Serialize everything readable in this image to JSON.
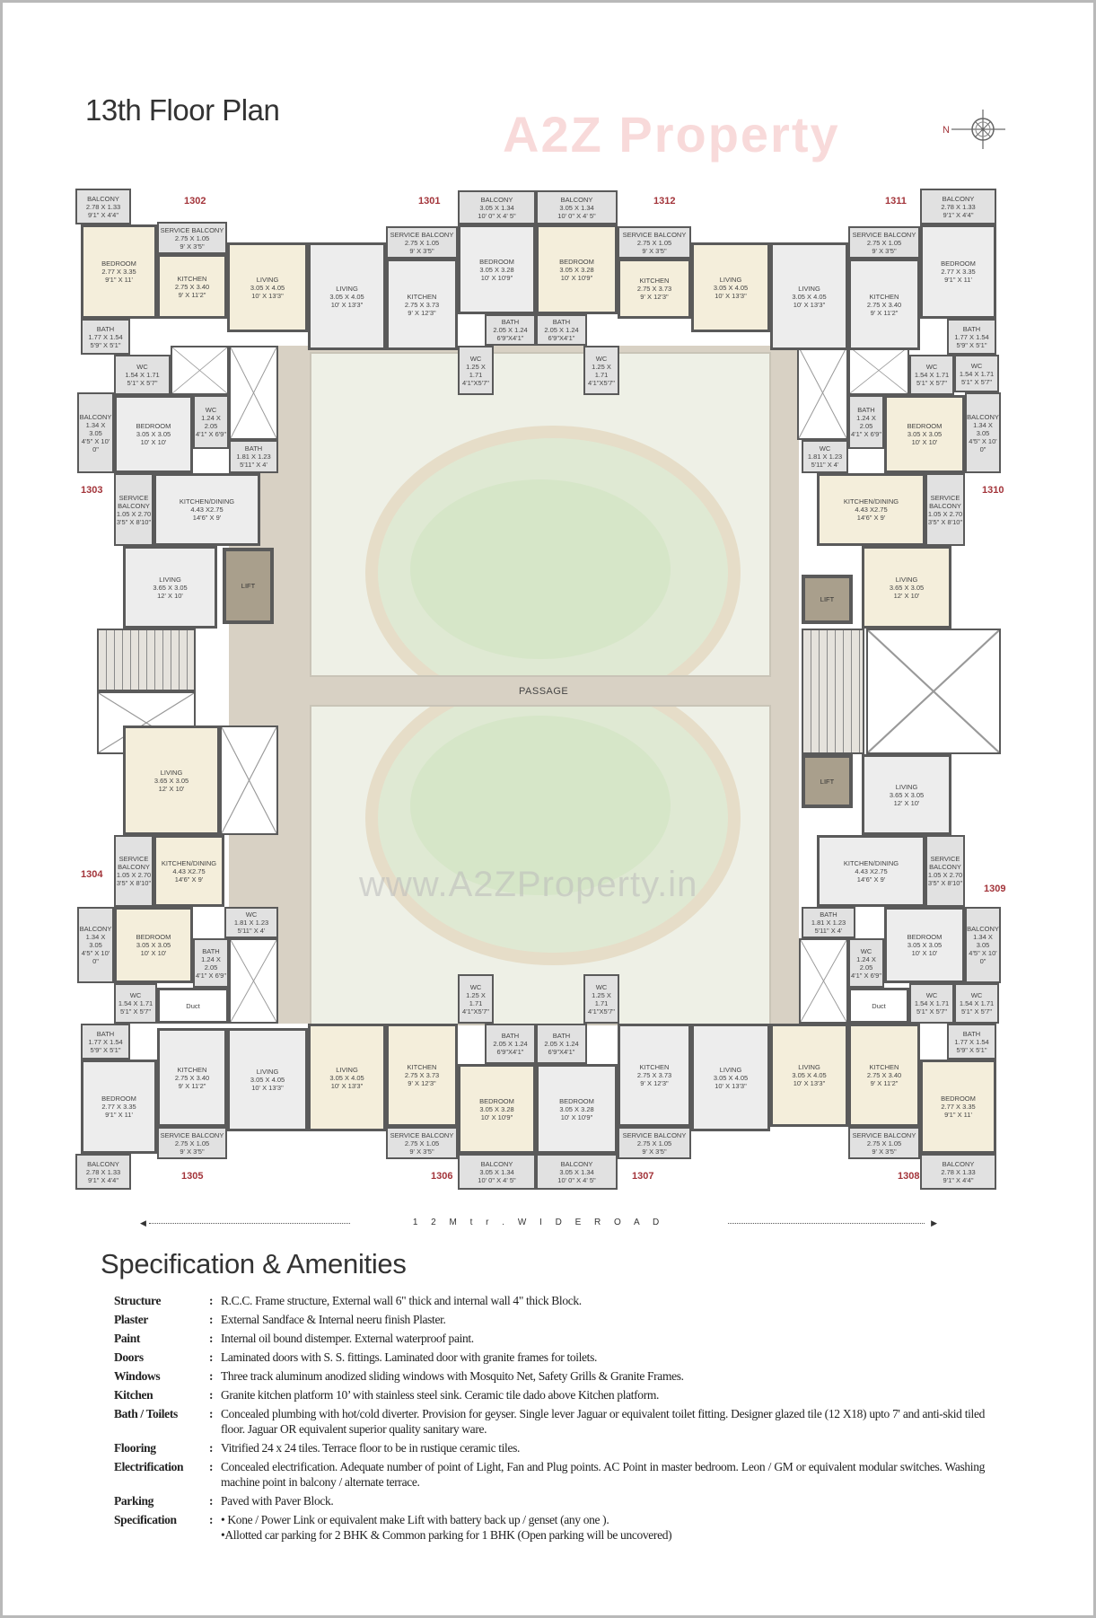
{
  "title": "13th Floor Plan",
  "compass": {
    "label": "N",
    "icon": "compass-rose-icon"
  },
  "watermark": {
    "logo_text": "A2Z Property",
    "url_text": "www.A2ZProperty.in"
  },
  "passage_label": "PASSAGE",
  "road_label": "1 2  M t r .  W I D E  R O A D",
  "units": [
    "1302",
    "1301",
    "1312",
    "1311",
    "1303",
    "1310",
    "1304",
    "1309",
    "1305",
    "1306",
    "1307",
    "1308"
  ],
  "rooms": [
    {
      "n": "BALCONY",
      "m": "2.78 X 1.33",
      "f": "9'1\" X 4'4\""
    },
    {
      "n": "BEDROOM",
      "m": "2.77 X 3.35",
      "f": "9'1\" X 11'"
    },
    {
      "n": "BATH",
      "m": "1.77 X 1.54",
      "f": "5'9\" X 5'1\""
    },
    {
      "n": "SERVICE BALCONY",
      "m": "2.75 X 1.05",
      "f": "9' X 3'5\""
    },
    {
      "n": "KITCHEN",
      "m": "2.75 X 3.40",
      "f": "9' X 11'2\""
    },
    {
      "n": "LIVING",
      "m": "3.05 X 4.05",
      "f": "10' X 13'3\""
    },
    {
      "n": "WC",
      "m": "1.54 X 1.71",
      "f": "5'1\" X 5'7\""
    },
    {
      "n": "LIVING",
      "m": "3.05 X 4.05",
      "f": "10' X 13'3\""
    },
    {
      "n": "SERVICE BALCONY",
      "m": "2.75 X 1.05",
      "f": "9' X 3'5\""
    },
    {
      "n": "KITCHEN",
      "m": "2.75 X 3.73",
      "f": "9' X 12'3\""
    },
    {
      "n": "BALCONY",
      "m": "3.05 X 1.34",
      "f": "10' 0\" X 4' 5\""
    },
    {
      "n": "BEDROOM",
      "m": "3.05 X 3.28",
      "f": "10' X 10'9\""
    },
    {
      "n": "BATH",
      "m": "2.05 X 1.24",
      "f": "6'9\"X4'1\""
    },
    {
      "n": "WC",
      "m": "1.25 X 1.71",
      "f": "4'1\"X5'7\""
    },
    {
      "n": "BALCONY",
      "m": "3.05 X 1.34",
      "f": "10' 0\" X 4' 5\""
    },
    {
      "n": "BEDROOM",
      "m": "3.05 X 3.28",
      "f": "10' X 10'9\""
    },
    {
      "n": "BATH",
      "m": "2.05 X 1.24",
      "f": "6'9\"X4'1\""
    },
    {
      "n": "WC",
      "m": "1.25 X 1.71",
      "f": "4'1\"X5'7\""
    },
    {
      "n": "SERVICE BALCONY",
      "m": "2.75 X 1.05",
      "f": "9' X 3'5\""
    },
    {
      "n": "KITCHEN",
      "m": "2.75 X 3.73",
      "f": "9' X 12'3\""
    },
    {
      "n": "LIVING",
      "m": "3.05 X 4.05",
      "f": "10' X 13'3\""
    },
    {
      "n": "LIVING",
      "m": "3.05 X 4.05",
      "f": "10' X 13'3\""
    },
    {
      "n": "SERVICE BALCONY",
      "m": "2.75 X 1.05",
      "f": "9' X 3'5\""
    },
    {
      "n": "KITCHEN",
      "m": "2.75 X 3.40",
      "f": "9' X 11'2\""
    },
    {
      "n": "BALCONY",
      "m": "2.78 X 1.33",
      "f": "9'1\" X 4'4\""
    },
    {
      "n": "BEDROOM",
      "m": "2.77 X 3.35",
      "f": "9'1\" X 11'"
    },
    {
      "n": "BATH",
      "m": "1.77 X 1.54",
      "f": "5'9\" X 5'1\""
    },
    {
      "n": "WC",
      "m": "1.54 X 1.71",
      "f": "5'1\" X 5'7\""
    },
    {
      "n": "BALCONY",
      "m": "1.34 X 3.05",
      "f": "4'5\" X 10' 0\""
    },
    {
      "n": "BEDROOM",
      "m": "3.05 X 3.05",
      "f": "10' X 10'"
    },
    {
      "n": "WC",
      "m": "1.24 X 2.05",
      "f": "4'1\" X 6'9\""
    },
    {
      "n": "BATH",
      "m": "1.81 X 1.23",
      "f": "5'11\" X 4'"
    },
    {
      "n": "SERVICE BALCONY",
      "m": "1.05 X 2.70",
      "f": "3'5\" X 8'10\""
    },
    {
      "n": "KITCHEN/DINING",
      "m": "4.43 X2.75",
      "f": "14'6\" X 9'"
    },
    {
      "n": "LIVING",
      "m": "3.65 X 3.05",
      "f": "12' X 10'"
    },
    {
      "n": "LIFT",
      "m": "",
      "f": ""
    },
    {
      "n": "LIVING",
      "m": "3.65 X 3.05",
      "f": "12' X 10'"
    },
    {
      "n": "SERVICE BALCONY",
      "m": "1.05 X 2.70",
      "f": "3'5\" X 8'10\""
    },
    {
      "n": "KITCHEN/DINING",
      "m": "4.43 X2.75",
      "f": "14'6\" X 9'"
    },
    {
      "n": "WC",
      "m": "1.81 X 1.23",
      "f": "5'11\" X 4'"
    },
    {
      "n": "BALCONY",
      "m": "1.34 X 3.05",
      "f": "4'5\" X 10' 0\""
    },
    {
      "n": "BEDROOM",
      "m": "3.05 X 3.05",
      "f": "10' X 10'"
    },
    {
      "n": "BATH",
      "m": "1.24 X 2.05",
      "f": "4'1\" X 6'9\""
    },
    {
      "n": "WC",
      "m": "1.54 X 1.71",
      "f": "5'1\" X 5'7\""
    },
    {
      "n": "Duct",
      "m": "",
      "f": ""
    },
    {
      "n": "BATH",
      "m": "1.77 X 1.54",
      "f": "5'9\" X 5'1\""
    },
    {
      "n": "BEDROOM",
      "m": "2.77 X 3.35",
      "f": "9'1\" X 11'"
    },
    {
      "n": "BALCONY",
      "m": "2.78 X 1.33",
      "f": "9'1\" X 4'4\""
    },
    {
      "n": "KITCHEN",
      "m": "2.75 X 3.40",
      "f": "9' X 11'2\""
    },
    {
      "n": "SERVICE BALCONY",
      "m": "2.75 X 1.05",
      "f": "9' X 3'5\""
    },
    {
      "n": "LIVING",
      "m": "3.05 X 4.05",
      "f": "10' X 13'3\""
    },
    {
      "n": "LIVING",
      "m": "3.05 X 4.05",
      "f": "10' X 13'3\""
    },
    {
      "n": "KITCHEN",
      "m": "2.75 X 3.73",
      "f": "9' X 12'3\""
    },
    {
      "n": "SERVICE BALCONY",
      "m": "2.75 X 1.05",
      "f": "9' X 3'5\""
    },
    {
      "n": "WC",
      "m": "1.25 X 1.71",
      "f": "4'1\"X5'7\""
    },
    {
      "n": "BATH",
      "m": "2.05 X 1.24",
      "f": "6'9\"X4'1\""
    },
    {
      "n": "BEDROOM",
      "m": "3.05 X 3.28",
      "f": "10' X 10'9\""
    },
    {
      "n": "BALCONY",
      "m": "3.05 X 1.34",
      "f": "10' 0\" X 4' 5\""
    },
    {
      "n": "WC",
      "m": "1.25 X 1.71",
      "f": "4'1\"X5'7\""
    },
    {
      "n": "BATH",
      "m": "2.05 X 1.24",
      "f": "6'9\"X4'1\""
    },
    {
      "n": "BEDROOM",
      "m": "3.05 X 3.28",
      "f": "10' X 10'9\""
    },
    {
      "n": "BALCONY",
      "m": "3.05 X 1.34",
      "f": "10' 0\" X 4' 5\""
    },
    {
      "n": "KITCHEN",
      "m": "2.75 X 3.73",
      "f": "9' X 12'3\""
    },
    {
      "n": "SERVICE BALCONY",
      "m": "2.75 X 1.05",
      "f": "9' X 3'5\""
    },
    {
      "n": "LIVING",
      "m": "3.05 X 4.05",
      "f": "10' X 13'3\""
    },
    {
      "n": "LIVING",
      "m": "3.05 X 4.05",
      "f": "10' X 13'3\""
    },
    {
      "n": "KITCHEN",
      "m": "2.75 X 3.40",
      "f": "9' X 11'2\""
    },
    {
      "n": "SERVICE BALCONY",
      "m": "2.75 X 1.05",
      "f": "9' X 3'5\""
    },
    {
      "n": "WC",
      "m": "1.54 X 1.71",
      "f": "5'1\" X 5'7\""
    },
    {
      "n": "BATH",
      "m": "1.77 X 1.54",
      "f": "5'9\" X 5'1\""
    },
    {
      "n": "BEDROOM",
      "m": "2.77 X 3.35",
      "f": "9'1\" X 11'"
    },
    {
      "n": "BALCONY",
      "m": "2.78 X 1.33",
      "f": "9'1\" X 4'4\""
    },
    {
      "n": "WC",
      "m": "1.54 X 1.71",
      "f": "5'1\" X 5'7\""
    },
    {
      "n": "BATH",
      "m": "1.24 X 2.05",
      "f": "4'1\" X 6'9\""
    },
    {
      "n": "BEDROOM",
      "m": "3.05 X 3.05",
      "f": "10' X 10'"
    },
    {
      "n": "BALCONY",
      "m": "1.34 X 3.05",
      "f": "4'5\" X 10' 0\""
    },
    {
      "n": "WC",
      "m": "1.81 X 1.23",
      "f": "5'11\" X 4'"
    },
    {
      "n": "KITCHEN/DINING",
      "m": "4.43 X2.75",
      "f": "14'6\" X 9'"
    },
    {
      "n": "SERVICE BALCONY",
      "m": "1.05 X 2.70",
      "f": "3'5\" X 8'10\""
    },
    {
      "n": "LIVING",
      "m": "3.65 X 3.05",
      "f": "12' X 10'"
    },
    {
      "n": "LIFT",
      "m": "",
      "f": ""
    },
    {
      "n": "LIFT",
      "m": "",
      "f": ""
    },
    {
      "n": "LIVING",
      "m": "3.65 X 3.05",
      "f": "12' X 10'"
    },
    {
      "n": "KITCHEN/DINING",
      "m": "4.43 X2.75",
      "f": "14'6\" X 9'"
    },
    {
      "n": "SERVICE BALCONY",
      "m": "1.05 X 2.70",
      "f": "3'5\" X 8'10\""
    },
    {
      "n": "BATH",
      "m": "1.81 X 1.23",
      "f": "5'11\" X 4'"
    },
    {
      "n": "WC",
      "m": "1.24 X 2.05",
      "f": "4'1\" X 6'9\""
    },
    {
      "n": "BEDROOM",
      "m": "3.05 X 3.05",
      "f": "10' X 10'"
    },
    {
      "n": "BALCONY",
      "m": "1.34 X 3.05",
      "f": "4'5\" X 10' 0\""
    },
    {
      "n": "Duct",
      "m": "",
      "f": ""
    },
    {
      "n": "WC",
      "m": "1.54 X 1.71",
      "f": "5'1\" X 5'7\""
    }
  ],
  "specifications": {
    "title": "Specification & Amenities",
    "items": [
      {
        "label": "Structure",
        "lines": [
          "R.C.C. Frame structure, External wall 6\" thick and internal wall 4\" thick Block."
        ]
      },
      {
        "label": "Plaster",
        "lines": [
          "External Sandface & Internal neeru finish Plaster."
        ]
      },
      {
        "label": "Paint",
        "lines": [
          "Internal oil bound distemper. External waterproof paint."
        ]
      },
      {
        "label": "Doors",
        "lines": [
          "Laminated doors with S. S. fittings. Laminated door with granite frames for toilets."
        ]
      },
      {
        "label": "Windows",
        "lines": [
          "Three track aluminum anodized sliding windows with Mosquito Net,  Safety Grills & Granite Frames."
        ]
      },
      {
        "label": "Kitchen",
        "lines": [
          "Granite kitchen platform 10’ with stainless steel sink. Ceramic tile dado above Kitchen platform."
        ]
      },
      {
        "label": "Bath / Toilets",
        "lines": [
          "Concealed plumbing with hot/cold diverter. Provision for geyser. Single lever Jaguar or equivalent toilet fitting. Designer glazed tile (12 X18) upto 7' and anti-skid tiled floor. Jaguar OR equivalent superior quality sanitary ware."
        ]
      },
      {
        "label": "Flooring",
        "lines": [
          "Vitrified 24 x 24 tiles. Terrace floor to be in rustique ceramic tiles."
        ]
      },
      {
        "label": "Electrification",
        "lines": [
          "Concealed electrification. Adequate number of point of Light, Fan and Plug points.  AC Point in master bedroom.   Leon  /  GM  or equivalent modular switches. Washing machine point in balcony / alternate terrace."
        ]
      },
      {
        "label": "Parking",
        "lines": [
          "Paved with Paver Block."
        ]
      },
      {
        "label": "Specification",
        "lines": [
          "• Kone / Power Link or equivalent make Lift with battery back up / genset (any one ).",
          "•Allotted  car parking for 2 BHK & Common parking for 1 BHK  (Open parking will be uncovered)"
        ]
      }
    ]
  },
  "colors": {
    "unit_label": "#a3343a",
    "wall": "#5a5a5a",
    "cream_room": "#f4eedb",
    "grey_room": "#ededed",
    "passage": "#d8d1c4",
    "lift": "#a99f8c"
  }
}
